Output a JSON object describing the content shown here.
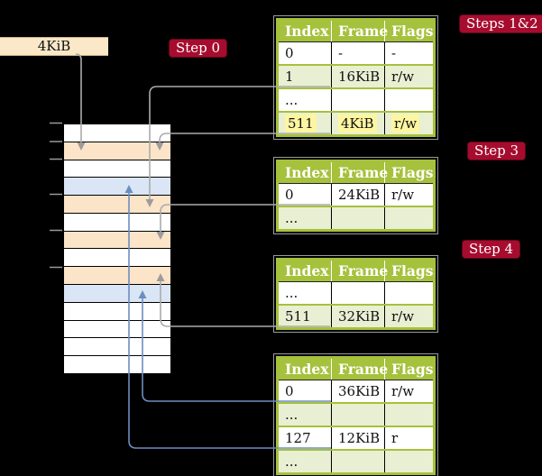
{
  "colors": {
    "header_green": "#a6c13c",
    "row_green": "#e9efd3",
    "hl_yellow": "#fcf6a1",
    "mem_orange": "#fce4c9",
    "mem_blue": "#dae6f5",
    "badge_red": "#a60c2e",
    "box_wheat": "#fae8c8",
    "gray_line": "#ababab",
    "blue_line": "#6c8ebf",
    "table_outline": "#9a9a9a",
    "tick_gray": "#999999"
  },
  "page_size_box": {
    "label": "4KiB"
  },
  "badges": {
    "step0": "Step 0",
    "steps12": "Steps 1&2",
    "step3": "Step 3",
    "step4": "Step 4"
  },
  "memory_column": {
    "rows": [
      "white",
      "orange",
      "white",
      "blue",
      "orange",
      "white",
      "orange",
      "white",
      "orange",
      "blue",
      "white",
      "white",
      "white",
      "white"
    ]
  },
  "tables": [
    {
      "headers": [
        "Index",
        "Frame",
        "Flags"
      ],
      "rows": [
        {
          "cells": [
            "0",
            "-",
            "-"
          ],
          "shade": "white",
          "highlight": false
        },
        {
          "cells": [
            "1",
            "16KiB",
            "r/w"
          ],
          "shade": "green",
          "highlight": false
        },
        {
          "cells": [
            "...",
            "",
            ""
          ],
          "shade": "white",
          "highlight": false
        },
        {
          "cells": [
            "511",
            "4KiB",
            "r/w"
          ],
          "shade": "green",
          "highlight": true
        }
      ]
    },
    {
      "headers": [
        "Index",
        "Frame",
        "Flags"
      ],
      "rows": [
        {
          "cells": [
            "0",
            "24KiB",
            "r/w"
          ],
          "shade": "white",
          "highlight": false
        },
        {
          "cells": [
            "...",
            "",
            ""
          ],
          "shade": "green",
          "highlight": false
        }
      ]
    },
    {
      "headers": [
        "Index",
        "Frame",
        "Flags"
      ],
      "rows": [
        {
          "cells": [
            "...",
            "",
            ""
          ],
          "shade": "white",
          "highlight": false
        },
        {
          "cells": [
            "511",
            "32KiB",
            "r/w"
          ],
          "shade": "green",
          "highlight": false
        }
      ]
    },
    {
      "headers": [
        "Index",
        "Frame",
        "Flags"
      ],
      "rows": [
        {
          "cells": [
            "0",
            "36KiB",
            "r/w"
          ],
          "shade": "white",
          "highlight": false
        },
        {
          "cells": [
            "...",
            "",
            ""
          ],
          "shade": "green",
          "highlight": false
        },
        {
          "cells": [
            "127",
            "12KiB",
            "r"
          ],
          "shade": "white",
          "highlight": false
        },
        {
          "cells": [
            "...",
            "",
            ""
          ],
          "shade": "green",
          "highlight": false
        }
      ]
    }
  ]
}
